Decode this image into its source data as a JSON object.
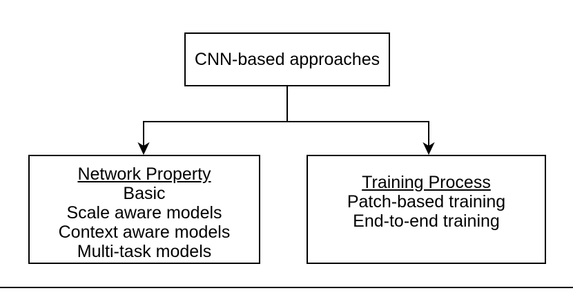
{
  "diagram": {
    "root": {
      "label": "CNN-based approaches"
    },
    "children": [
      {
        "heading": "Network Property",
        "items": [
          "Basic",
          "Scale aware models",
          "Context aware models",
          "Multi-task models"
        ]
      },
      {
        "heading": "Training Process",
        "items": [
          "Patch-based training",
          "End-to-end training"
        ]
      }
    ],
    "colors": {
      "ink": "#000000",
      "background": "#ffffff"
    }
  }
}
